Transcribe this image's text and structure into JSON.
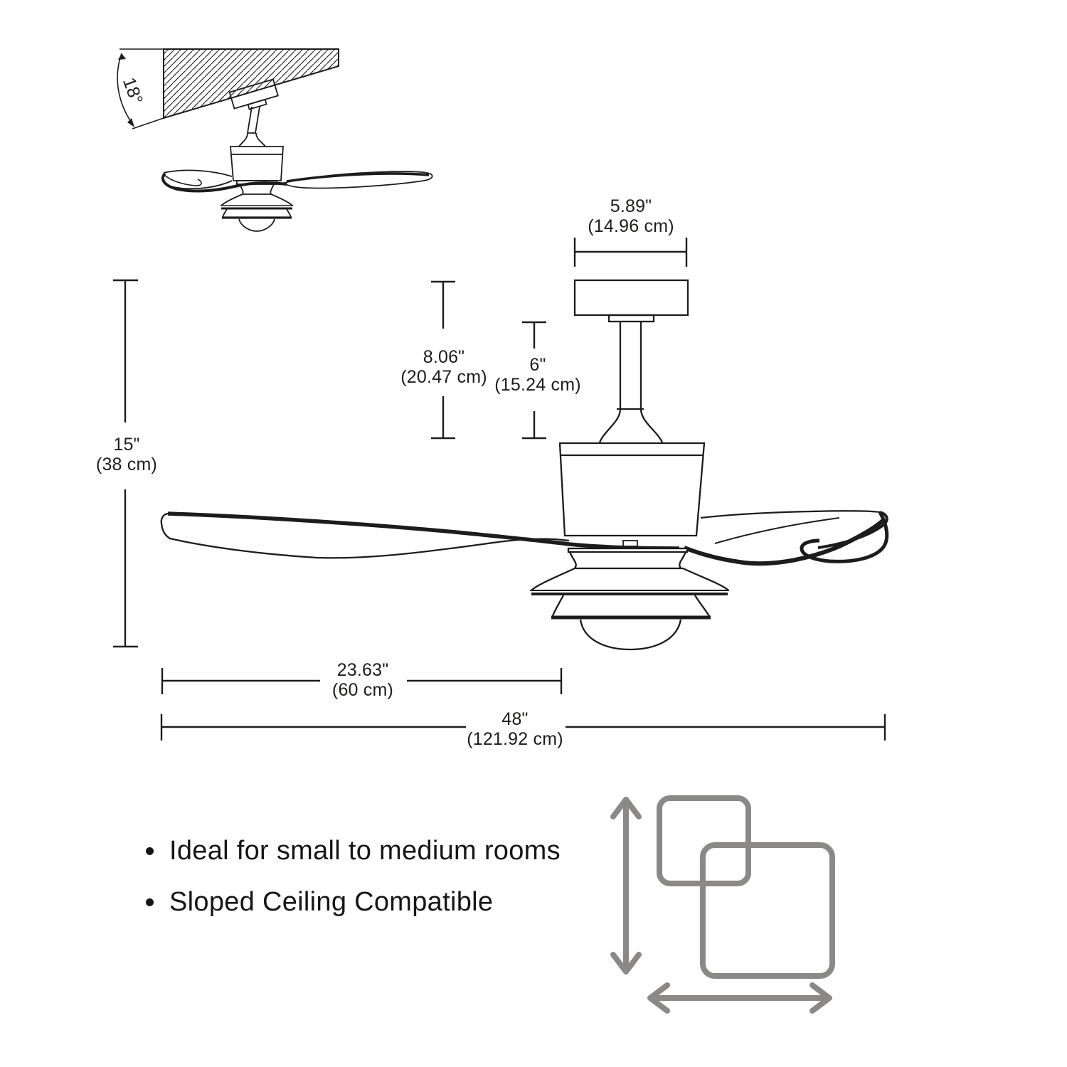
{
  "colors": {
    "line": "#1c1c1c",
    "icon_gray": "#8b8888",
    "text": "#1d1d1b"
  },
  "sloped_ceiling": {
    "angle_label": "18°"
  },
  "dimensions": {
    "canopy_width": {
      "inches": "5.89\"",
      "metric": "(14.96 cm)"
    },
    "ceiling_to_motor": {
      "inches": "8.06\"",
      "metric": "(20.47 cm)"
    },
    "downrod_length": {
      "inches": "6\"",
      "metric": "(15.24 cm)"
    },
    "fan_height": {
      "inches": "15\"",
      "metric": "(38 cm)"
    },
    "blade_length": {
      "inches": "23.63\"",
      "metric": "(60 cm)"
    },
    "fan_span": {
      "inches": "48\"",
      "metric": "(121.92 cm)"
    }
  },
  "features": {
    "items": [
      "Ideal for small to medium rooms",
      "Sloped Ceiling Compatible"
    ]
  },
  "icons": {
    "size_comparison": "overlapping-squares-with-size-arrows"
  }
}
